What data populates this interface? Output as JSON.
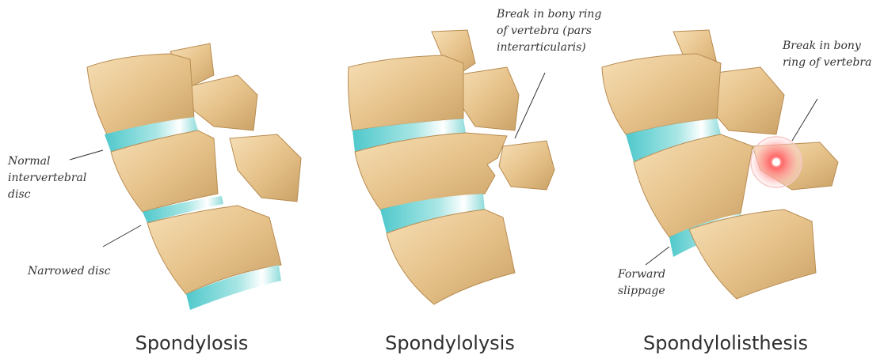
{
  "panels": [
    {
      "caption": "Spondylosis",
      "labels": {
        "normal_disc": "Normal\nintervertebral\ndisc",
        "narrowed_disc": "Narrowed disc"
      }
    },
    {
      "caption": "Spondylolysis",
      "labels": {
        "break": "Break in bony ring\nof vertebra (pars\ninterarticularis)"
      }
    },
    {
      "caption": "Spondylolisthesis",
      "labels": {
        "break": "Break in bony\nring of vertebra",
        "slippage": "Forward\nslippage"
      }
    }
  ],
  "colors": {
    "bone": "#e9c894",
    "bone_shadow": "#c9a166",
    "disc": "#5ccfd1",
    "disc_light": "#d8f3f2",
    "highlight": "#ff4040",
    "text": "#333333"
  }
}
